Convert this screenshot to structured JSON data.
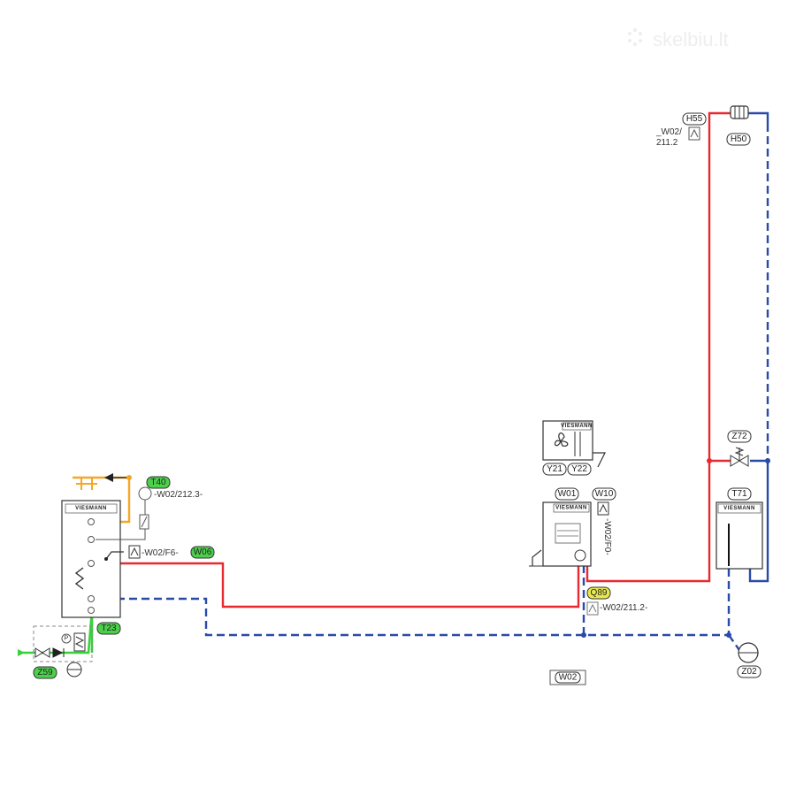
{
  "watermark": "skelbiu.lt",
  "colors": {
    "supply": "#e8292f",
    "return": "#2a4aa8",
    "cold_water": "#38d238",
    "hot_water": "#f5a623",
    "tag_green": "#4cd04c",
    "tag_yellow": "#e7e94e"
  },
  "tags": {
    "h55": "H55",
    "h50": "H50",
    "z72": "Z72",
    "t71": "T71",
    "z02": "Z02",
    "y21": "Y21",
    "y22": "Y22",
    "w01": "W01",
    "w10": "W10",
    "q89": "Q89",
    "w02": "W02",
    "t40": "T40",
    "w06": "W06",
    "t23": "T23",
    "z59": "Z59"
  },
  "labels": {
    "h55_ref_1": "_W02/",
    "h55_ref_2": "211.2",
    "t40_ref": "-W02/212.3-",
    "w06_ref": "-W02/F6-",
    "w10_ref": "-W02/F0-",
    "q89_ref": "-W02/211.2-",
    "brand": "VIESMANN",
    "pressure_symbol": "P"
  }
}
